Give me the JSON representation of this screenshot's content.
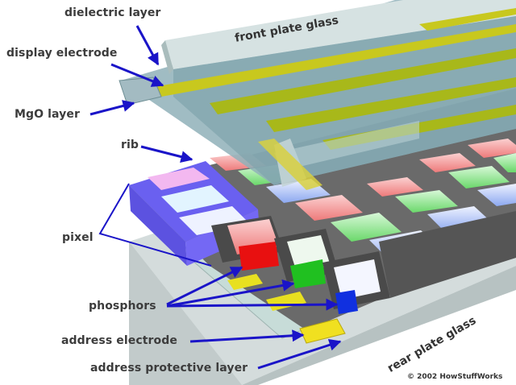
{
  "diagram": {
    "subject": "Plasma display panel cutaway",
    "labels": {
      "dielectric_layer": "dielectric layer",
      "display_electrode": "display electrode",
      "mgo_layer": "MgO layer",
      "rib": "rib",
      "pixel": "pixel",
      "phosphors": "phosphors",
      "address_electrode": "address electrode",
      "address_protective_layer": "address protective layer"
    },
    "plate_labels": {
      "front": "front plate glass",
      "rear": "rear plate glass"
    },
    "copyright": "© 2002 HowStuffWorks",
    "colors": {
      "arrow": "#1a14c8",
      "glass": "#b9cdd0",
      "electrode": "#c8c81e",
      "rib": "#555555",
      "pixel_highlight": "#6a5cf0",
      "phosphor_red": "#f08080",
      "phosphor_green": "#80e080",
      "phosphor_blue": "#a0b8f0",
      "address_electrode": "#f0e020"
    }
  }
}
